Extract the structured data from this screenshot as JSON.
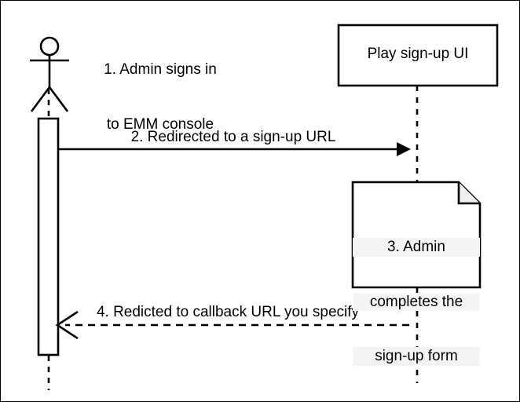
{
  "diagram": {
    "type": "uml-sequence-diagram",
    "title": "",
    "background_color": "#ffffff",
    "stroke_color": "#000000",
    "note_fill_color": "#ffffff",
    "text_highlight_color": "#f4f4f4",
    "participants": [
      {
        "id": "admin",
        "shape": "actor-stick-figure",
        "label": ""
      },
      {
        "id": "play-signup-ui",
        "shape": "rectangle",
        "label": "Play sign-up UI"
      }
    ],
    "actor_caption": {
      "line1": "1. Admin signs in",
      "line2": "to EMM console"
    },
    "messages": [
      {
        "number": "2",
        "label": "2. Redirected to a sign-up URL",
        "style": "solid",
        "arrowhead": "filled",
        "direction": "left-to-right"
      },
      {
        "number": "4",
        "label": "4. Redicted to callback URL you specify",
        "style": "dashed",
        "arrowhead": "open",
        "direction": "right-to-left"
      }
    ],
    "note": {
      "number": "3",
      "shape": "folded-corner-note",
      "line1": "3. Admin",
      "line2": "completes the",
      "line3": "sign-up form"
    }
  }
}
